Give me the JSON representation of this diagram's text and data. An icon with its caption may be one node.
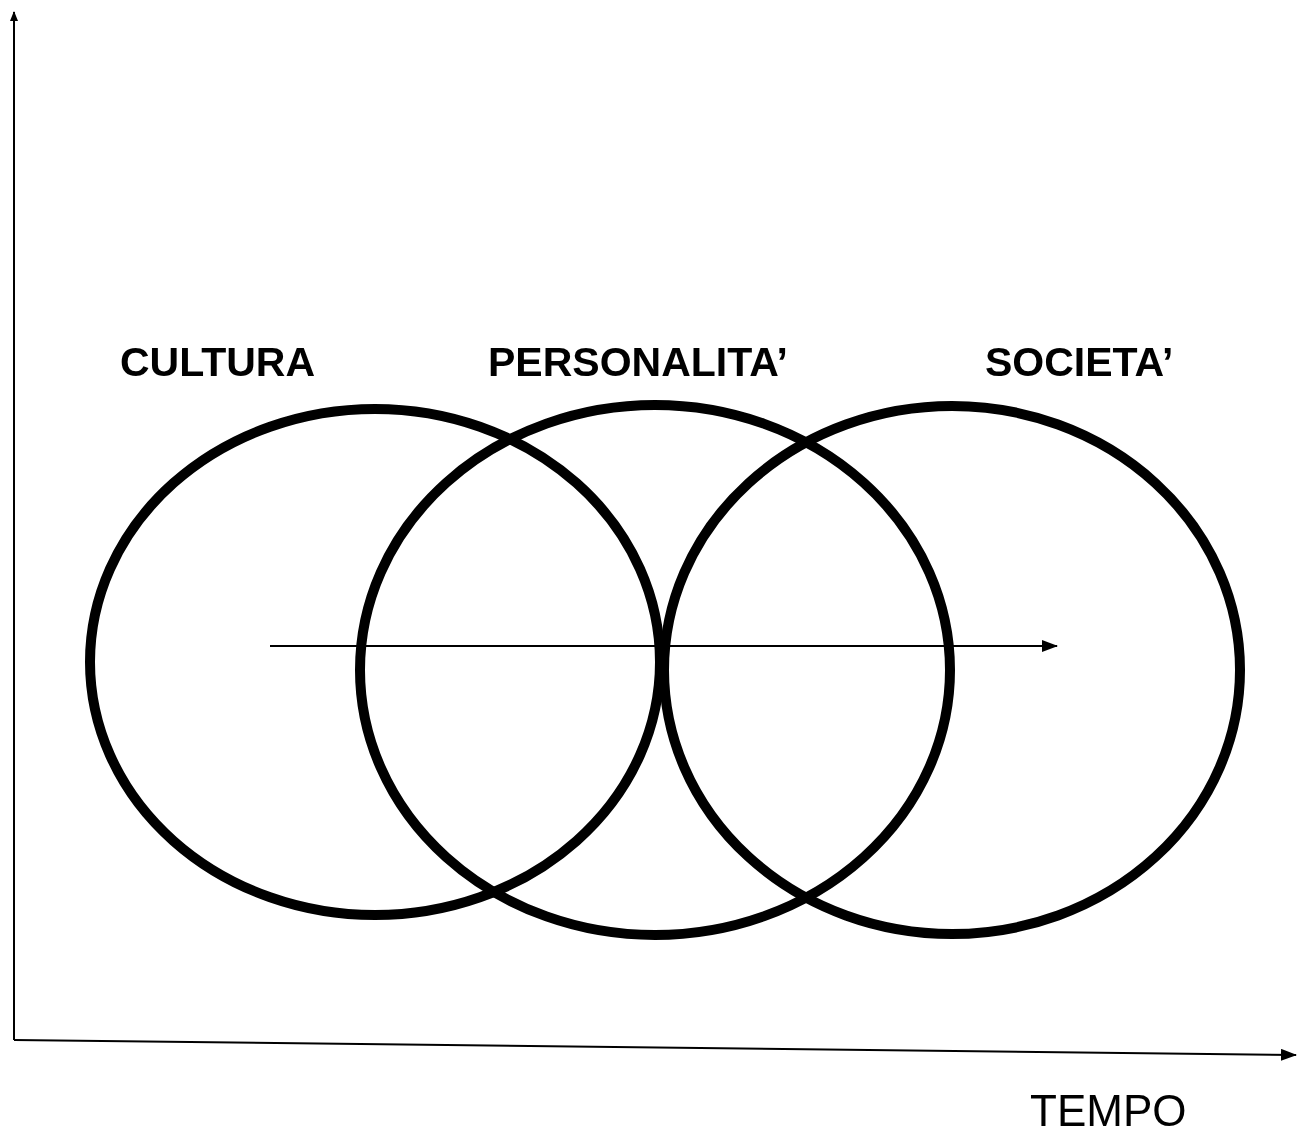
{
  "diagram": {
    "nodes": [
      {
        "text": [
          "CULTURA"
        ]
      },
      {
        "text": [
          "PERSONALITA’"
        ]
      },
      {
        "text": [
          "SOCIETA’"
        ]
      }
    ],
    "edges": [
      {
        "from": 0,
        "to": 1,
        "arrow": "none"
      },
      {
        "from": 1,
        "to": 2,
        "arrow": "to"
      }
    ],
    "labels": [
      "TEMPO"
    ]
  }
}
